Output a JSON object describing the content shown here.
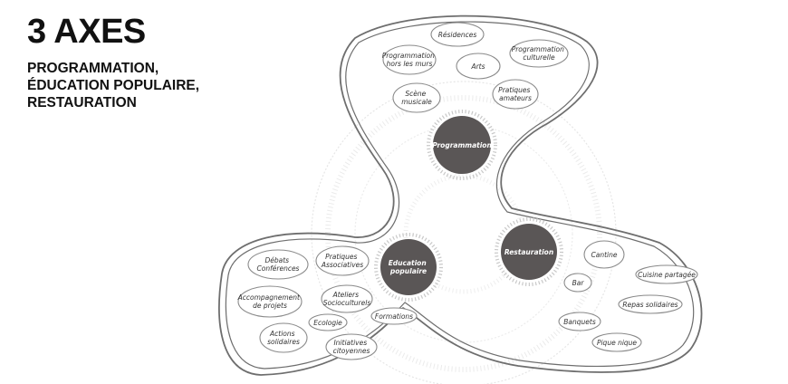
{
  "title": "3 AXES",
  "subtitle_lines": [
    "PROGRAMMATION,",
    "ÉDUCATION POPULAIRE,",
    "RESTAURATION"
  ],
  "colors": {
    "hub": "#5a5656",
    "outline": "#6e6e6e",
    "bubble_stroke": "#8a8a8a",
    "text": "#333333"
  },
  "hubs": {
    "programmation": [
      "Programmation"
    ],
    "education": [
      "Education",
      "populaire"
    ],
    "restauration": [
      "Restauration"
    ]
  },
  "programmation_items": [
    [
      "Résidences"
    ],
    [
      "Programmation",
      "hors les murs"
    ],
    [
      "Arts"
    ],
    [
      "Programmation",
      "culturelle"
    ],
    [
      "Scène",
      "musicale"
    ],
    [
      "Pratiques",
      "amateurs"
    ]
  ],
  "education_items": [
    [
      "Débats",
      "Conférences"
    ],
    [
      "Pratiques",
      "Associatives"
    ],
    [
      "Accompagnement",
      "de projets"
    ],
    [
      "Ateliers",
      "Socioculturels"
    ],
    [
      "Ecologie"
    ],
    [
      "Formations"
    ],
    [
      "Actions",
      "solidaires"
    ],
    [
      "Initiatives",
      "citoyennes"
    ]
  ],
  "restauration_items": [
    [
      "Cantine"
    ],
    [
      "Cuisine partagée"
    ],
    [
      "Bar"
    ],
    [
      "Repas solidaires"
    ],
    [
      "Banquets"
    ],
    [
      "Pique nique"
    ]
  ]
}
